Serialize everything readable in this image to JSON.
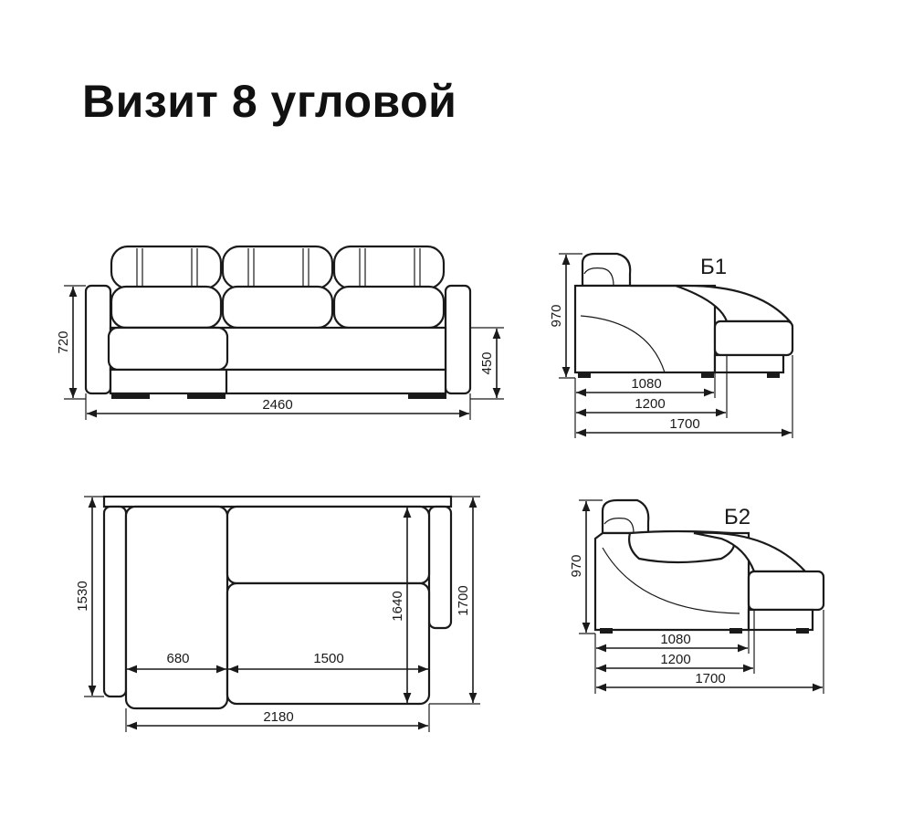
{
  "title": "Визит 8 угловой",
  "views": {
    "front": {
      "width": "2460",
      "height": "720",
      "seat_height": "450"
    },
    "top": {
      "left_depth": "1530",
      "mid_depth": "1640",
      "right_depth": "1700",
      "seg_left": "680",
      "seg_right": "1500",
      "total": "2180"
    },
    "side1": {
      "label": "Б1",
      "height": "970",
      "d1": "1080",
      "d2": "1200",
      "d3": "1700"
    },
    "side2": {
      "label": "Б2",
      "height": "970",
      "d1": "1080",
      "d2": "1200",
      "d3": "1700"
    }
  }
}
